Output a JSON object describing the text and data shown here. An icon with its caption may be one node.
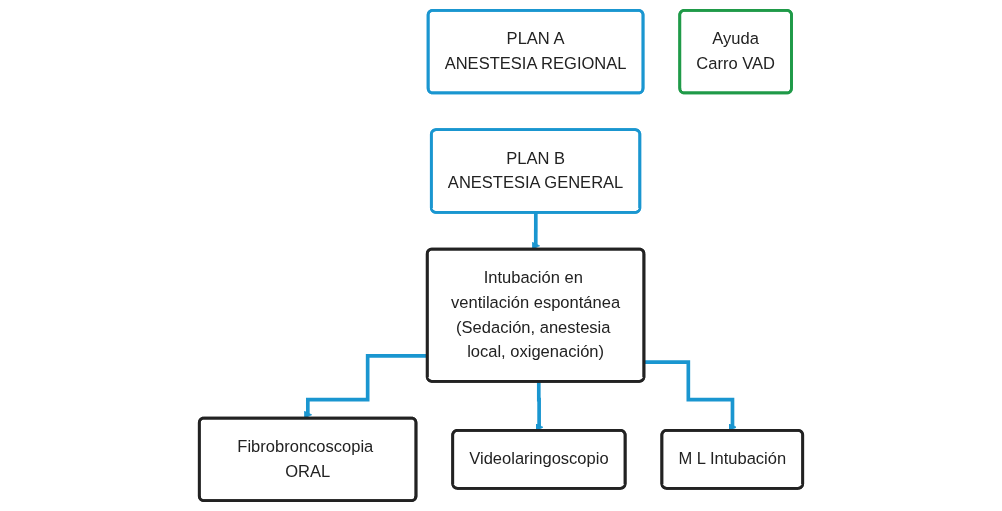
{
  "diagram": {
    "nodes": [
      {
        "text": [
          "PLAN A",
          "ANESTESIA REGIONAL"
        ]
      },
      {
        "text": [
          "PLAN B",
          "ANESTESIA GENERAL"
        ]
      },
      {
        "text": [
          "Ayuda",
          "Carro VAD"
        ]
      },
      {
        "text": [
          "Intubación en ventilación espontánea",
          "(Sedación, anestesia local, oxigenación)"
        ]
      },
      {
        "text": [
          "Fibrobroncoscopia ORAL"
        ]
      },
      {
        "text": [
          "Videolaringoscopio"
        ]
      },
      {
        "text": [
          "M L Intubación"
        ]
      }
    ],
    "edges": [
      {
        "from": 1,
        "to": 3,
        "arrow": "to"
      },
      {
        "from": 3,
        "to": 4,
        "arrow": "to"
      },
      {
        "from": 3,
        "to": 5,
        "arrow": "to"
      },
      {
        "from": 3,
        "to": 6,
        "arrow": "to"
      }
    ]
  }
}
